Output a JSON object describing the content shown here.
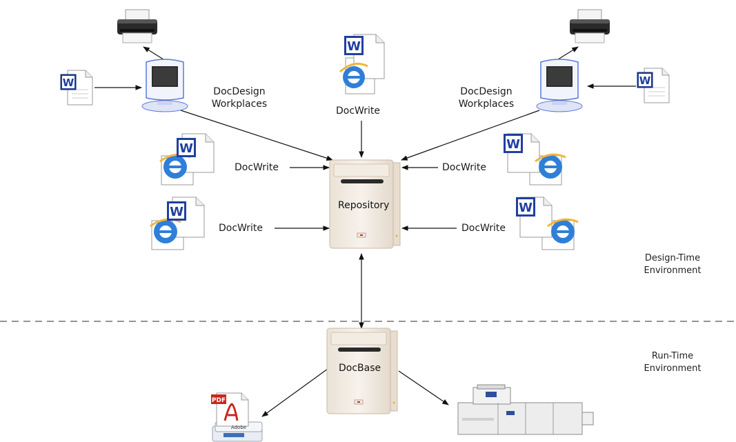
{
  "nodes": {
    "repository": {
      "label": "Repository"
    },
    "docbase": {
      "label": "DocBase"
    },
    "workplace_left": {
      "label_line1": "DocDesign",
      "label_line2": "Workplaces"
    },
    "workplace_right": {
      "label_line1": "DocDesign",
      "label_line2": "Workplaces"
    },
    "docwrite_top": {
      "label": "DocWrite"
    },
    "docwrite_left_1": {
      "label": "DocWrite"
    },
    "docwrite_left_2": {
      "label": "DocWrite"
    },
    "docwrite_right_1": {
      "label": "DocWrite"
    },
    "docwrite_right_2": {
      "label": "DocWrite"
    },
    "pdf_output": {
      "badge": "PDF",
      "caption": "Adobe"
    }
  },
  "environments": {
    "design_time": {
      "line1": "Design-Time",
      "line2": "Environment"
    },
    "run_time": {
      "line1": "Run-Time",
      "line2": "Environment"
    }
  },
  "icons": {
    "word_badge": "W",
    "colors": {
      "word_blue": "#1f3fa0",
      "ie_blue": "#2f7fd9",
      "pdf_red": "#c8281e",
      "server_beige": "#f3ece3",
      "monitor_blue": "#5b78d8"
    }
  }
}
